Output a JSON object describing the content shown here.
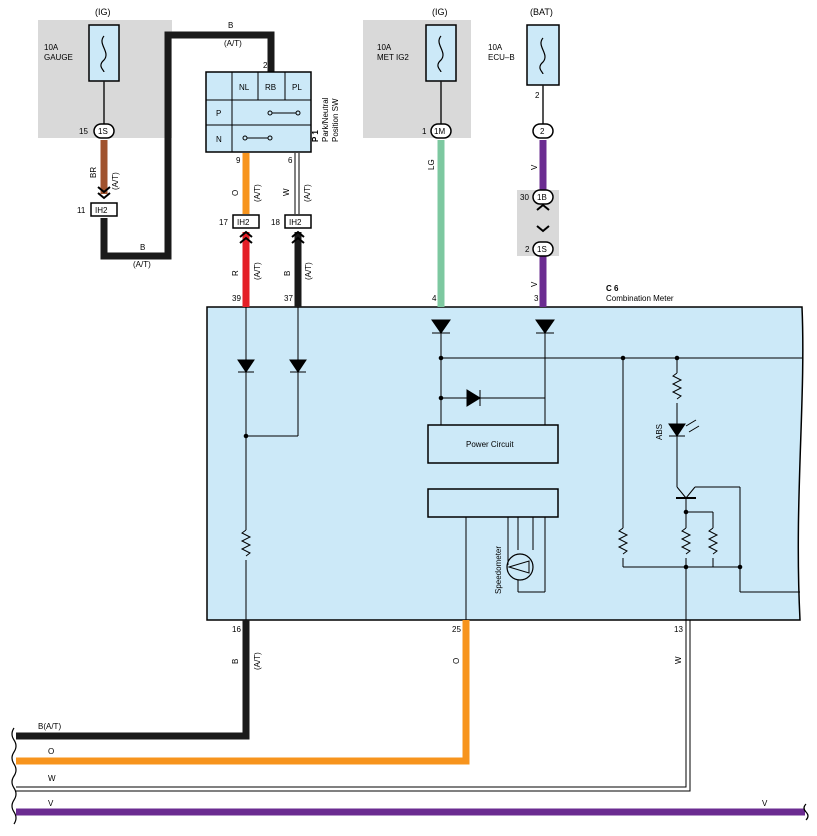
{
  "fuses": {
    "gauge": {
      "source": "(IG)",
      "amp": "10A",
      "name": "GAUGE"
    },
    "met_ig2": {
      "source": "(IG)",
      "amp": "10A",
      "name": "MET IG2"
    },
    "ecu_b": {
      "source": "(BAT)",
      "amp": "10A",
      "name": "ECU–B",
      "pin": "2"
    }
  },
  "connectors": {
    "gauge_1s": {
      "pin": "15",
      "label": "1S"
    },
    "met_1m": {
      "pin": "1",
      "label": "1M"
    },
    "ecu_2": {
      "label": "2"
    },
    "j_1b": {
      "pin": "30",
      "label": "1B"
    },
    "j_1s": {
      "pin": "2",
      "label": "1S"
    },
    "ih2_11": {
      "pin": "11",
      "label": "IH2"
    },
    "ih2_17": {
      "pin": "17",
      "label": "IH2"
    },
    "ih2_18": {
      "pin": "18",
      "label": "IH2"
    }
  },
  "wires": {
    "br": "BR",
    "at": "(A/T)",
    "b": "B",
    "o": "O",
    "w": "W",
    "r": "R",
    "lg": "LG",
    "v": "V",
    "b_at": "B(A/T)"
  },
  "colors": {
    "black": "#1a1a1a",
    "brown": "#a0522d",
    "orange": "#f7941d",
    "red": "#e41e26",
    "green": "#7dc8a0",
    "purple": "#6b2c91",
    "panel": "#cce9f8",
    "grey": "#d9d9d9"
  },
  "switch_p1": {
    "id": "P 1",
    "name_line1": "Park/Neutral",
    "name_line2": "Position SW",
    "pin_top": "2",
    "pin_9": "9",
    "pin_6": "6",
    "cols": [
      "NL",
      "RB",
      "PL"
    ],
    "rows": [
      "P",
      "N"
    ]
  },
  "meter": {
    "id": "C 6",
    "name": "Combination Meter",
    "pins": {
      "p39": "39",
      "p37": "37",
      "p4": "4",
      "p3": "3",
      "p16": "16",
      "p25": "25",
      "p13": "13"
    },
    "power_circuit": "Power Circuit",
    "speedometer": "Speedometer",
    "abs": "ABS"
  }
}
